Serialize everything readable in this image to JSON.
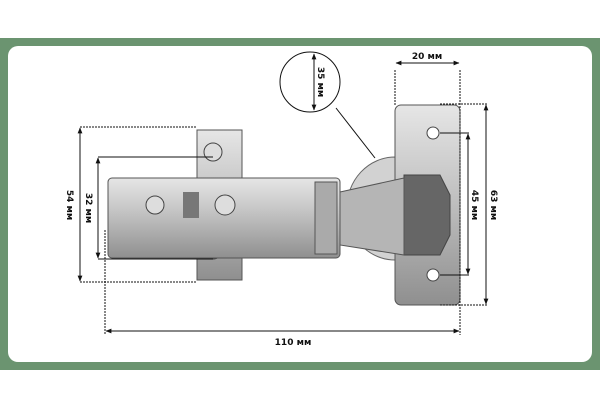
{
  "dimensions": {
    "width": "20 мм",
    "cup_diameter": "35 мм",
    "plate_height": "63 мм",
    "plate_holes": "45 мм",
    "base_height": "54 мм",
    "base_holes": "32 мм",
    "total_length": "110 мм"
  },
  "colors": {
    "frame": "#6b9470",
    "metal": "#c9c9c9"
  }
}
